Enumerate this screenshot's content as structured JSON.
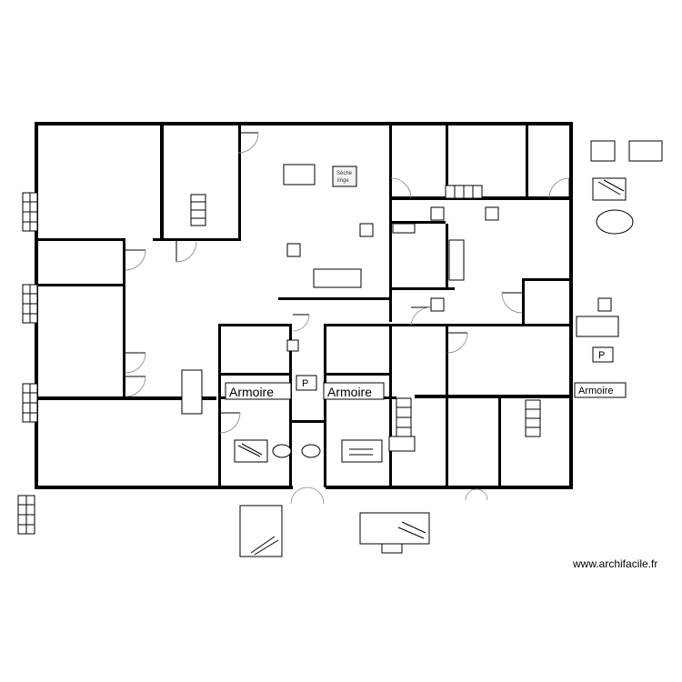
{
  "plan": {
    "area_labels": [
      "",
      "",
      "",
      "",
      "",
      "",
      "",
      "",
      "",
      "",
      "",
      "",
      "",
      "",
      "",
      "",
      "",
      "",
      "",
      "",
      ""
    ],
    "cabinet_label": "Armoire",
    "parking_label": "P",
    "appliance_label_top": "Sèche",
    "appliance_label_bottom": "linge"
  },
  "footer": {
    "credit": "www.archifacile.fr"
  }
}
